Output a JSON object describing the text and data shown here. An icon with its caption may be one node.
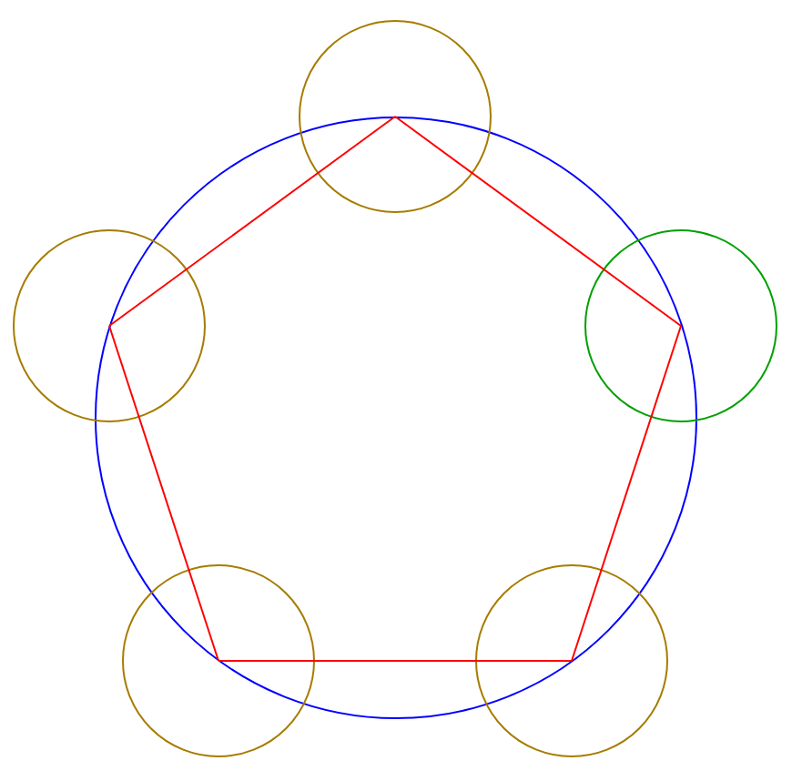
{
  "diagram": {
    "nodes": [
      {
        "text": [],
        "shape": "circle"
      },
      {
        "text": [],
        "shape": "circle"
      },
      {
        "text": [],
        "shape": "circle"
      },
      {
        "text": [],
        "shape": "circle"
      },
      {
        "text": [],
        "shape": "circle"
      }
    ],
    "edges": [
      {
        "from": 0,
        "to": 1,
        "arrow": "none"
      },
      {
        "from": 1,
        "to": 2,
        "arrow": "none"
      },
      {
        "from": 2,
        "to": 3,
        "arrow": "none"
      },
      {
        "from": 3,
        "to": 4,
        "arrow": "none"
      },
      {
        "from": 4,
        "to": 0,
        "arrow": "none"
      }
    ]
  }
}
